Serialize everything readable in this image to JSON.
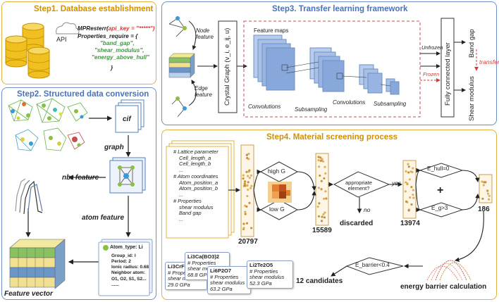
{
  "steps": {
    "s1": "Step1. Database establishment",
    "s2": "Step2. Structured data conversion",
    "s3": "Step3. Transfer learning framework",
    "s4": "Step4. Material screening process"
  },
  "step1": {
    "api_label": "API",
    "code1a": "MPResterr(",
    "code1b": "api_key = \"*****\")",
    "code2": "Properties_require = {",
    "code3": "\"band_gap\",",
    "code4": "\"shear_modulus\",",
    "code5": "\"energy_above_hull\"",
    "code6": "}"
  },
  "step2": {
    "cif": "cif",
    "graph": "graph",
    "nbr": "nbr feature",
    "atom": "atom feature",
    "fv": "Feature vector",
    "card_title": "Atom_type: Li",
    "card_lines": [
      "Group_id: I",
      "Period: 2",
      "Ionic radius: 0.68",
      "Neighbor atom:",
      "O1, O2, S1, S2...",
      "......"
    ]
  },
  "step3": {
    "node": "Node\nfeature",
    "edge": "Edge\nfeature",
    "cg": "Crystal Graph (v_i, e_ij, u)",
    "fmaps": "Feature maps",
    "conv1": "Convolutions",
    "sub1": "Subsampling",
    "conv2": "Convolutions",
    "sub2": "Subsampling",
    "fc": "Fully connected layer",
    "unfrozen": "Unfrozen",
    "frozen": "Frozen",
    "bandgap": "Band gap",
    "shear": "Shear modulus",
    "transfer": "transfer"
  },
  "step4": {
    "doc_lines": [
      "# Lattice parameter",
      "Cell_length_a",
      "Cell_length_b",
      "...",
      "# Atom coordinates",
      "Atom_position_a",
      "Atom_position_b",
      "...",
      "# Properties",
      "shear modulus",
      "Band gap",
      "..."
    ],
    "n20797": "20797",
    "highg": "high G",
    "lowg": "low G",
    "n15589": "15589",
    "appro": "appropriate element?",
    "yes": "yes",
    "no": "no",
    "discarded": "discarded",
    "n13974": "13974",
    "ehull": "E_hull=0",
    "plus": "+",
    "eg": "E_g>3",
    "n186": "186",
    "ebar": "E_barrier<0.4",
    "cand": "12 candidates",
    "ebc": "energy barrier calculation",
    "cards": [
      {
        "name": "Li3CrF6",
        "l1": "# Properties",
        "l2": "shear modulus",
        "l3": "29.0 GPa"
      },
      {
        "name": "Li3Ca(BO3)2",
        "l1": "# Properties",
        "l2": "shear modulus",
        "l3": "68.8 GPa"
      },
      {
        "name": "Li6P2O7",
        "l1": "# Properties",
        "l2": "shear modulus",
        "l3": "63.2 GPa"
      },
      {
        "name": "Li2Te2O5",
        "l1": "# Properties",
        "l2": "shear modulus",
        "l3": "52.3 GPa"
      }
    ]
  }
}
